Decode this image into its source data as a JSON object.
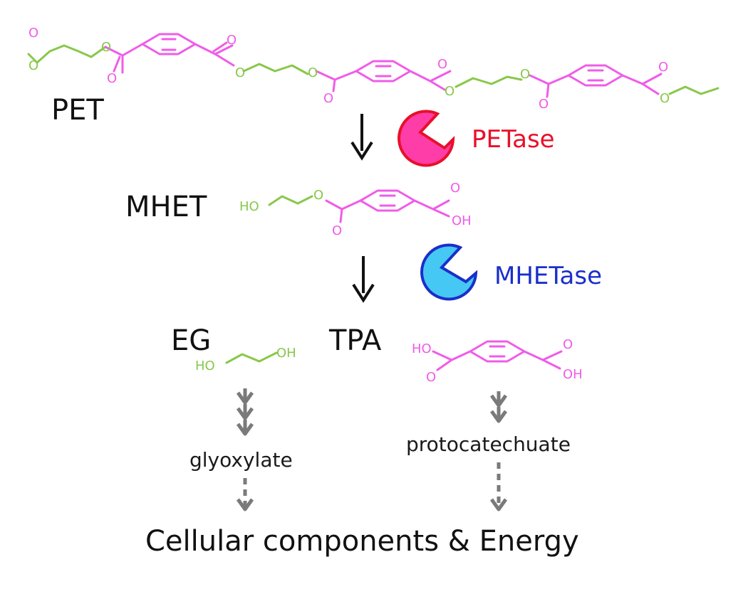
{
  "compounds": {
    "pet": "PET",
    "mhet": "MHET",
    "eg": "EG",
    "tpa": "TPA"
  },
  "enzymes": {
    "petase": {
      "label": "PETase",
      "color": "#e8102a",
      "fill": "#ff3da8",
      "stroke": "#e8102a"
    },
    "mhetase": {
      "label": "MHETase",
      "color": "#1a2fc9",
      "fill": "#46c8f5",
      "stroke": "#1a2fc9"
    }
  },
  "atoms": {
    "o": "O",
    "oh": "OH",
    "ho": "HO"
  },
  "intermediates": {
    "glyoxylate": "glyoxylate",
    "protocatechuate": "protocatechuate"
  },
  "final": "Cellular components & Energy",
  "colors": {
    "aromatic": "#f05ce8",
    "aliphatic": "#88c84a",
    "arrow": "#111111",
    "dashed_arrow": "#7a7a7a"
  }
}
